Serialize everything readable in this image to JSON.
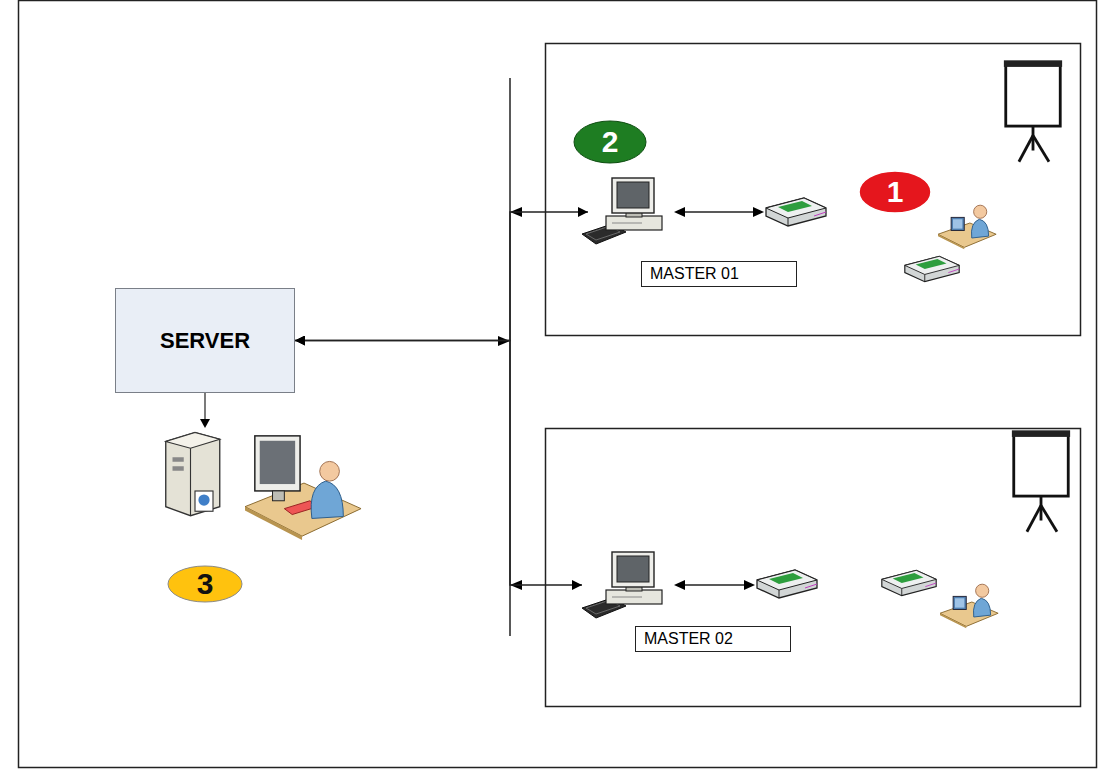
{
  "diagram": {
    "nodes": [
      {
        "text": [
          "SERVER"
        ]
      },
      {
        "text": [
          "MASTER 01"
        ]
      },
      {
        "text": [
          "MASTER 02"
        ]
      }
    ],
    "edges": [
      {
        "from": 0,
        "to": 1,
        "arrow": "both"
      },
      {
        "from": 0,
        "to": 2,
        "arrow": "both"
      }
    ],
    "labels": [
      "2",
      "1",
      "3"
    ]
  }
}
